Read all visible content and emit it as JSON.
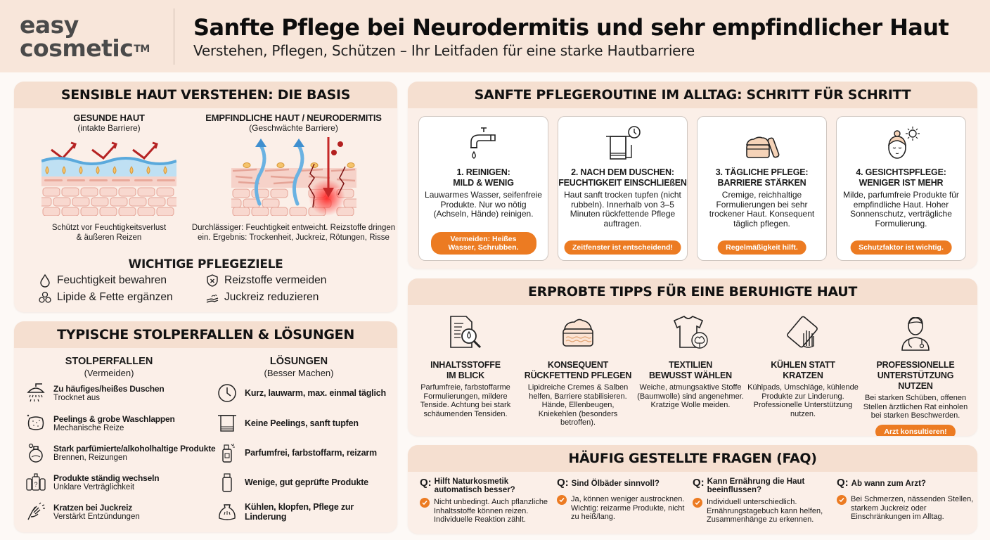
{
  "colors": {
    "accent_orange": "#ec7b22",
    "header_bg": "#f8e6da",
    "panel_bg": "#fbefe8",
    "panel_head_bg": "#f5dfd0",
    "moisture_blue": "#5aa9dc",
    "irritant_red": "#c62828"
  },
  "header": {
    "logo_line1": "easy",
    "logo_line2": "cosmetic",
    "logo_tm": "TM",
    "title": "Sanfte Pflege bei Neurodermitis und sehr empfindlicher Haut",
    "subtitle": "Verstehen, Pflegen, Schützen – Ihr Leitfaden für eine starke Hautbarriere"
  },
  "basics": {
    "heading": "SENSIBLE HAUT VERSTEHEN: DIE BASIS",
    "healthy": {
      "title": "GESUNDE HAUT",
      "sub": "(intakte Barriere)",
      "caption_1": "Schützt vor Feuchtigkeitsverlust",
      "caption_2": "& äußeren Reizen"
    },
    "sensitive": {
      "title": "EMPFINDLICHE HAUT / NEURODERMITIS",
      "sub": "(Geschwächte Barriere)",
      "caption_1": "Durchlässiger: Feuchtigkeit entweicht. Reizstoffe dringen",
      "caption_2": "ein. Ergebnis: Trockenheit, Juckreiz, Rötungen, Risse"
    },
    "goals_heading": "WICHTIGE PFLEGEZIELE",
    "goals": [
      {
        "icon": "droplet-icon",
        "label": "Feuchtigkeit bewahren"
      },
      {
        "icon": "shield-x-icon",
        "label": "Reizstoffe vermeiden"
      },
      {
        "icon": "lipid-bubbles-icon",
        "label": "Lipide & Fette ergänzen"
      },
      {
        "icon": "soothing-hand-icon",
        "label": "Juckreiz reduzieren"
      }
    ]
  },
  "pitfalls": {
    "heading": "TYPISCHE STOLPERFALLEN & LÖSUNGEN",
    "left_title": "STOLPERFALLEN",
    "left_sub": "(Vermeiden)",
    "right_title": "LÖSUNGEN",
    "right_sub": "(Besser Machen)",
    "problems": [
      {
        "icon": "shower-icon",
        "title": "Zu häufiges/heißes Duschen",
        "sub": "Trocknet aus"
      },
      {
        "icon": "sponge-icon",
        "title": "Peelings & grobe Waschlappen",
        "sub": "Mechanische Reize"
      },
      {
        "icon": "perfume-bottle-icon",
        "title": "Stark parfümierte/alkoholhaltige Produkte",
        "sub": "Brennen, Reizungen"
      },
      {
        "icon": "bottles-question-icon",
        "title": "Produkte ständig wechseln",
        "sub": "Unklare Verträglichkeit"
      },
      {
        "icon": "scratching-hand-icon",
        "title": "Kratzen bei Juckreiz",
        "sub": "Verstärkt Entzündungen"
      }
    ],
    "solutions": [
      {
        "icon": "clock-icon",
        "title": "Kurz, lauwarm, max. einmal täglich"
      },
      {
        "icon": "towel-icon",
        "title": "Keine Peelings, sanft tupfen"
      },
      {
        "icon": "spray-bottle-icon",
        "title": "Parfumfrei, farbstoffarm, reizarm"
      },
      {
        "icon": "bottle-icon",
        "title": "Wenige, gut geprüfte Produkte"
      },
      {
        "icon": "cooling-pack-icon",
        "title": "Kühlen, klopfen, Pflege zur Linderung"
      }
    ]
  },
  "routine": {
    "heading": "SANFTE PFLEGEROUTINE IM ALLTAG: SCHRITT FÜR SCHRITT",
    "steps": [
      {
        "icon": "faucet-icon",
        "title_1": "1. REINIGEN:",
        "title_2": "MILD & WENIG",
        "body": "Lauwarmes Wasser, seifenfreie Produkte. Nur wo nötig (Achseln, Hände) reinigen.",
        "pill": "Vermeiden: Heißes Wasser, Schrubben."
      },
      {
        "icon": "towel-clock-icon",
        "title_1": "2. NACH DEM DUSCHEN:",
        "title_2": "FEUCHTIGKEIT EINSCHLIEßEN",
        "body": "Haut sanft trocken tupfen (nicht rubbeln). Innerhalb von 3–5 Minuten rückfettende Pflege auftragen.",
        "pill": "Zeitfenster ist entscheidend!"
      },
      {
        "icon": "cream-jar-icon",
        "title_1": "3. TÄGLICHE PFLEGE:",
        "title_2": "BARRIERE STÄRKEN",
        "body": "Cremige, reichhaltige Formulierungen bei sehr trockener Haut. Konsequent täglich pflegen.",
        "pill": "Regelmäßigkeit hilft."
      },
      {
        "icon": "face-sun-icon",
        "title_1": "4. GESICHTSPFLEGE:",
        "title_2": "WENIGER IST MEHR",
        "body": "Milde, parfumfreie Produkte für empfindliche Haut. Hoher Sonnenschutz, verträgliche Formulierung.",
        "pill": "Schutzfaktor ist wichtig."
      }
    ]
  },
  "tips": {
    "heading": "ERPROBTE TIPPS FÜR EINE BERUHIGTE HAUT",
    "items": [
      {
        "icon": "ingredients-magnifier-icon",
        "title_1": "INHALTSSTOFFE",
        "title_2": "IM BLICK",
        "body": "Parfumfreie, farbstoffarme Formulierungen, mildere Tenside. Achtung bei stark schäumenden Tensiden."
      },
      {
        "icon": "cream-jar-icon",
        "title_1": "KONSEQUENT",
        "title_2": "RÜCKFETTEND PFLEGEN",
        "body": "Lipidreiche Cremes & Salben helfen, Barriere stabilisieren. Hände, Ellenbeugen, Kniekehlen (besonders betroffen)."
      },
      {
        "icon": "tshirt-cotton-icon",
        "title_1": "TEXTILIEN",
        "title_2": "BEWUSST WÄHLEN",
        "body": "Weiche, atmungsaktive Stoffe (Baumwolle) sind angenehmer. Kratzige Wolle meiden."
      },
      {
        "icon": "cooling-pad-hand-icon",
        "title_1": "KÜHLEN STATT",
        "title_2": "KRATZEN",
        "body": "Kühlpads, Umschläge, kühlende Produkte zur Linderung. Professionelle Unterstützung nutzen."
      },
      {
        "icon": "doctor-icon",
        "title_1": "PROFESSIONELLE",
        "title_2": "UNTERSTÜTZUNG NUTZEN",
        "body": "Bei starken Schüben, offenen Stellen ärztlichen Rat einholen bei starken Beschwerden.",
        "pill": "Arzt konsultieren!"
      }
    ]
  },
  "faq": {
    "heading": "HÄUFIG GESTELLTE FRAGEN (FAQ)",
    "q_label": "Q:",
    "items": [
      {
        "q": "Hilft Naturkosmetik automatisch besser?",
        "a": "Nicht unbedingt. Auch pflanzliche Inhaltsstoffe können reizen. Individuelle Reaktion zählt."
      },
      {
        "q": "Sind Ölbäder sinnvoll?",
        "a": "Ja, können weniger austrocknen. Wichtig: reizarme Produkte, nicht zu heiß/lang."
      },
      {
        "q": "Kann Ernährung die Haut beeinflussen?",
        "a": "Individuell unterschiedlich. Ernährungstagebuch kann helfen, Zusammenhänge zu erkennen."
      },
      {
        "q": "Ab wann zum Arzt?",
        "a": "Bei Schmerzen, nässenden Stellen, starkem Juckreiz oder Einschränkungen im Alltag."
      }
    ]
  }
}
